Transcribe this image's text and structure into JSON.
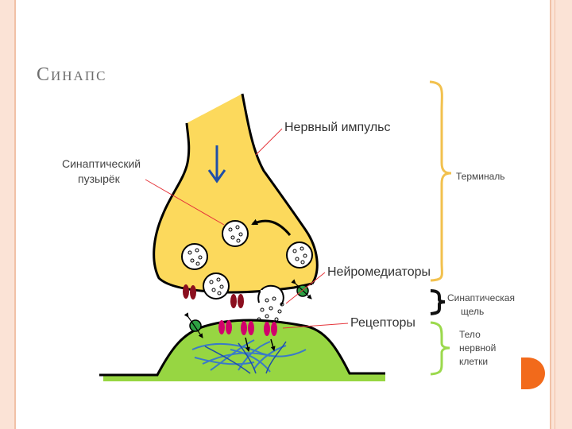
{
  "title": "Синапс",
  "labels": {
    "nerve_impulse": "Нервный импульс",
    "synaptic_vesicle_line1": "Синаптический",
    "synaptic_vesicle_line2": "пузырёк",
    "neurotransmitters": "Нейромедиаторы",
    "receptors": "Рецепторы",
    "terminal": "Терминаль",
    "cleft_line1": "Синаптическая",
    "cleft_line2": "щель",
    "body_line1": "Тело",
    "body_line2": "нервной",
    "body_line3": "клетки"
  },
  "colors": {
    "terminal_fill": "#fcd95c",
    "cell_fill": "#97d642",
    "outline": "#000000",
    "receptor": "#d1006b",
    "channel": "#8b0f1f",
    "transporter": "#2ea043",
    "terminal_brace": "#f2c14e",
    "cleft_brace": "#111111",
    "body_brace": "#9bd94c",
    "pointer_line": "#e5343a",
    "arrow_blue": "#1f4fa8",
    "fiber_blue": "#3a7ac8",
    "accent_orange": "#f26a1b",
    "frame": "#fbe3d6"
  }
}
